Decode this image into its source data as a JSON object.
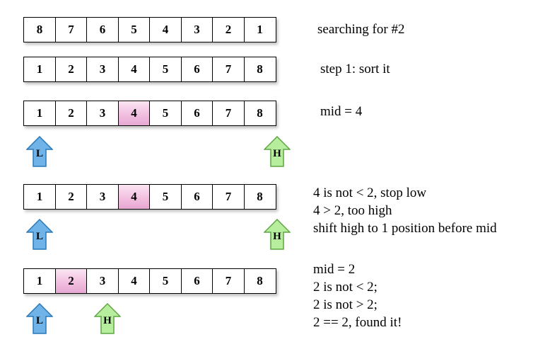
{
  "rows": [
    {
      "cells": [
        "8",
        "7",
        "6",
        "5",
        "4",
        "3",
        "2",
        "1"
      ],
      "highlight": -1
    },
    {
      "cells": [
        "1",
        "2",
        "3",
        "4",
        "5",
        "6",
        "7",
        "8"
      ],
      "highlight": -1
    },
    {
      "cells": [
        "1",
        "2",
        "3",
        "4",
        "5",
        "6",
        "7",
        "8"
      ],
      "highlight": 3
    },
    {
      "cells": [
        "1",
        "2",
        "3",
        "4",
        "5",
        "6",
        "7",
        "8"
      ],
      "highlight": 3
    },
    {
      "cells": [
        "1",
        "2",
        "3",
        "4",
        "5",
        "6",
        "7",
        "8"
      ],
      "highlight": 1
    }
  ],
  "notes": {
    "n1": "searching for #2",
    "n2": "step 1: sort it",
    "n3": "mid = 4",
    "n4": [
      "4 is not < 2, stop low",
      "4 > 2, too high",
      "shift high to 1 position before mid"
    ],
    "n5": [
      "mid = 2",
      "2 is not < 2;",
      "2 is not > 2;",
      "2 == 2, found it!"
    ]
  },
  "arrows": {
    "low_label": "L",
    "high_label": "H",
    "low_color": "#6fb3e8",
    "high_color": "#b6ee9e"
  }
}
